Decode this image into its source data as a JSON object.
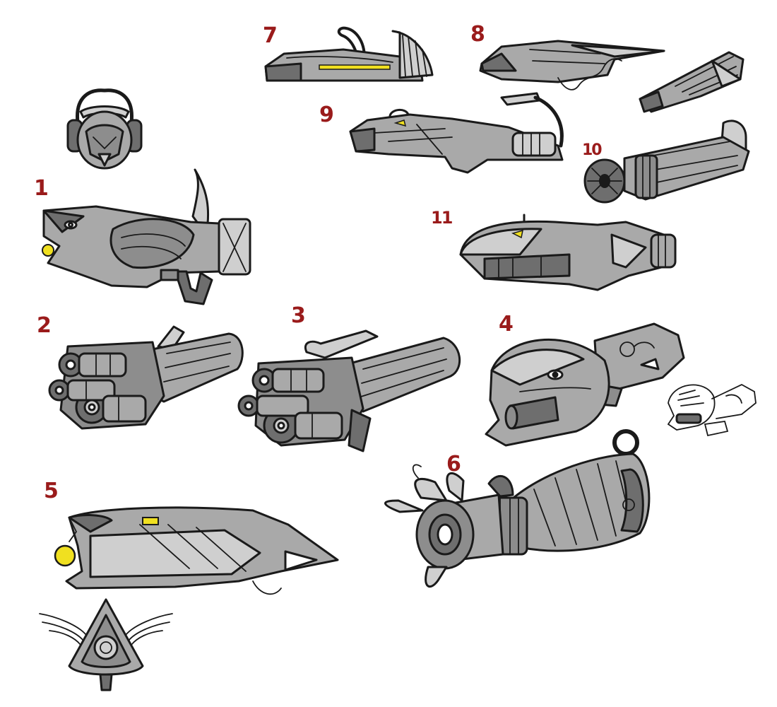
{
  "colors": {
    "ink": "#1a1a1a",
    "number_red": "#9a1b1b",
    "metal_gray": "#a9a9a9",
    "metal_dark": "#6e6e6e",
    "accent_yellow": "#f0e020"
  },
  "sketch_labels": {
    "s1": "1",
    "s2": "2",
    "s3": "3",
    "s4": "4",
    "s5": "5",
    "s6": "6",
    "s7": "7",
    "s8": "8",
    "s9": "9",
    "s10": "10",
    "s11": "11"
  }
}
